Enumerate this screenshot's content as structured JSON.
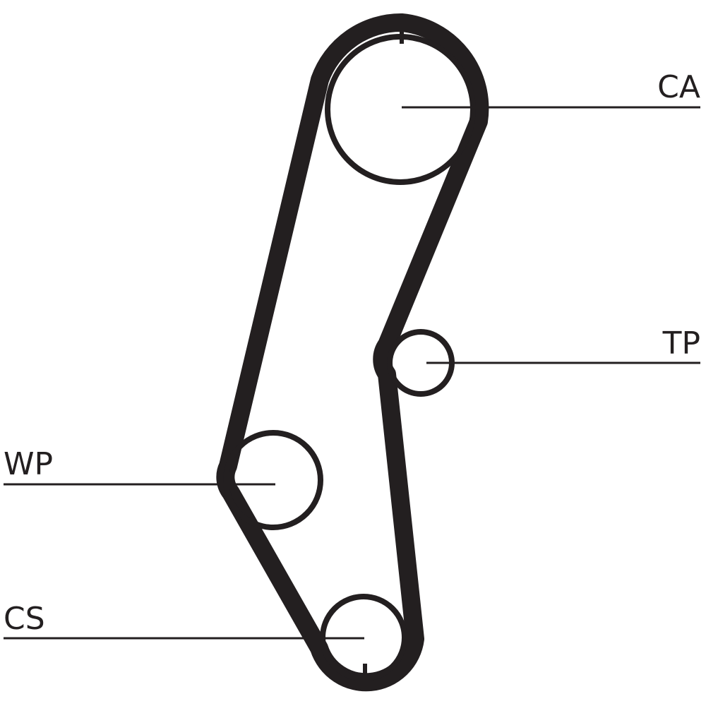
{
  "diagram": {
    "labels": {
      "ca": "CA",
      "tp": "TP",
      "wp": "WP",
      "cs": "CS"
    },
    "colors": {
      "ink": "#231f20",
      "background": "#ffffff"
    }
  }
}
